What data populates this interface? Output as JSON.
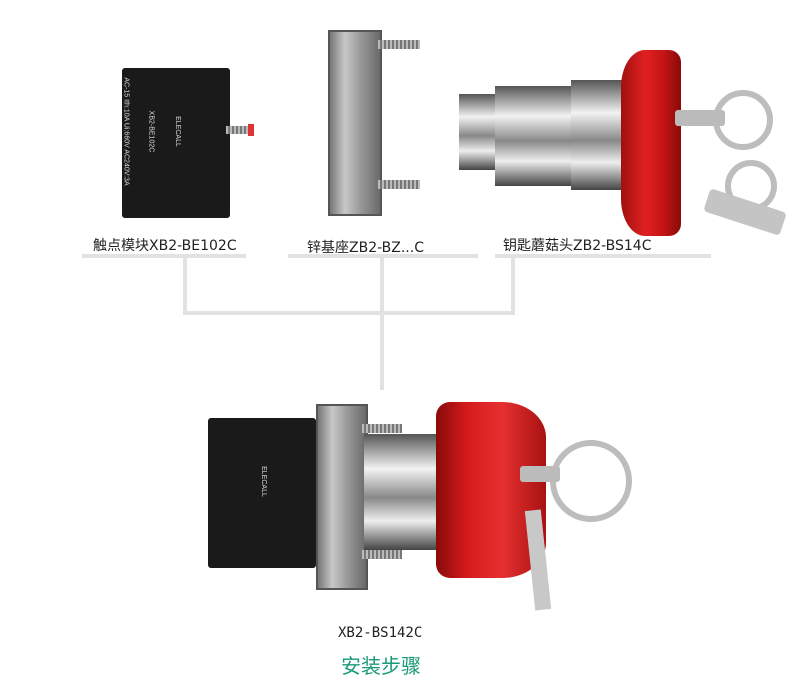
{
  "parts": [
    {
      "label": "触点模块XB2-BE102C"
    },
    {
      "label": "锌基座ZB2-BZ...C"
    },
    {
      "label": "钥匙蘑菇头ZB2-BS14C"
    }
  ],
  "contact_block": {
    "brand": "ELECALL",
    "model": "XB2-BE102C",
    "specs": "AC-15 Ith:10A Ui:660V AC240V:3A"
  },
  "assembled": {
    "model": "XB2-BS142C"
  },
  "title": "安装步骤",
  "colors": {
    "title": "#1a9a78",
    "lines": "#e2e2e2",
    "cap": "#d81c1c"
  }
}
